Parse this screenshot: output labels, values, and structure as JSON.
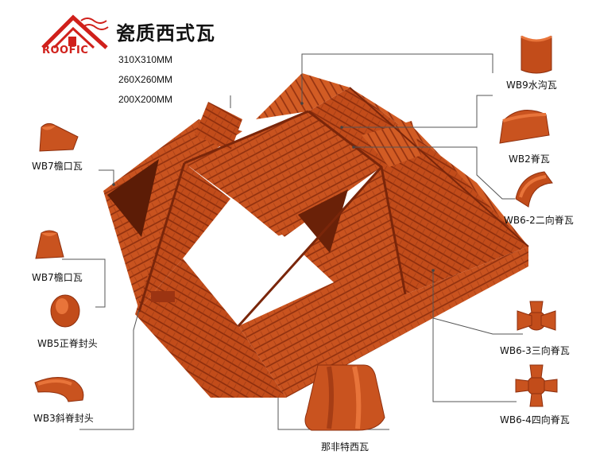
{
  "brand": {
    "logo_text": "ROOFIC",
    "title": "瓷质西式瓦"
  },
  "sizes": [
    "310X310MM",
    "260X260MM",
    "200X200MM"
  ],
  "parts": {
    "wb7_top": "WB7檐口瓦",
    "wb7_mid": "WB7檐口瓦",
    "wb5": "WB5正脊封头",
    "wb3": "WB3斜脊封头",
    "wb9": "WB9水沟瓦",
    "wb2": "WB2脊瓦",
    "wb6_2": "WB6-2二向脊瓦",
    "wb6_3": "WB6-3三向脊瓦",
    "wb6_4": "WB6-4四向脊瓦",
    "nafei": "那非特西瓦"
  },
  "colors": {
    "tile": "#c9531f",
    "tile_dark": "#8e2f0e",
    "tile_light": "#e8743a",
    "brand": "#d0201b"
  }
}
